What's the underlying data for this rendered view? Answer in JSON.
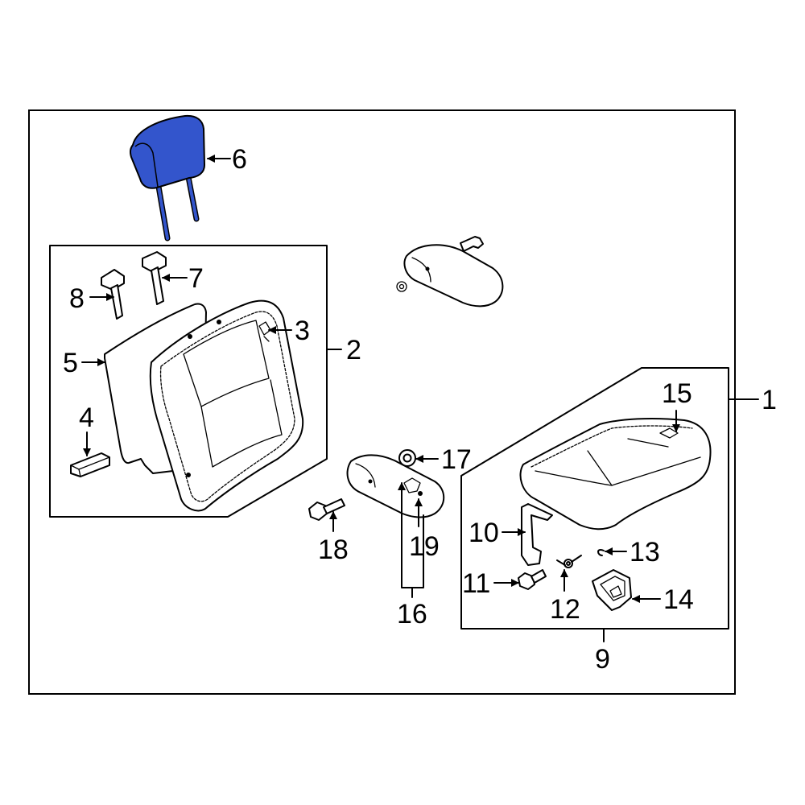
{
  "diagram": {
    "highlight_color": "#3355cc",
    "callouts": {
      "c1": "1",
      "c2": "2",
      "c3": "3",
      "c4": "4",
      "c5": "5",
      "c6": "6",
      "c7": "7",
      "c8": "8",
      "c9": "9",
      "c10": "10",
      "c11": "11",
      "c12": "12",
      "c13": "13",
      "c14": "14",
      "c15": "15",
      "c16": "16",
      "c17": "17",
      "c18": "18",
      "c19": "19"
    },
    "highlighted_part": "6"
  }
}
